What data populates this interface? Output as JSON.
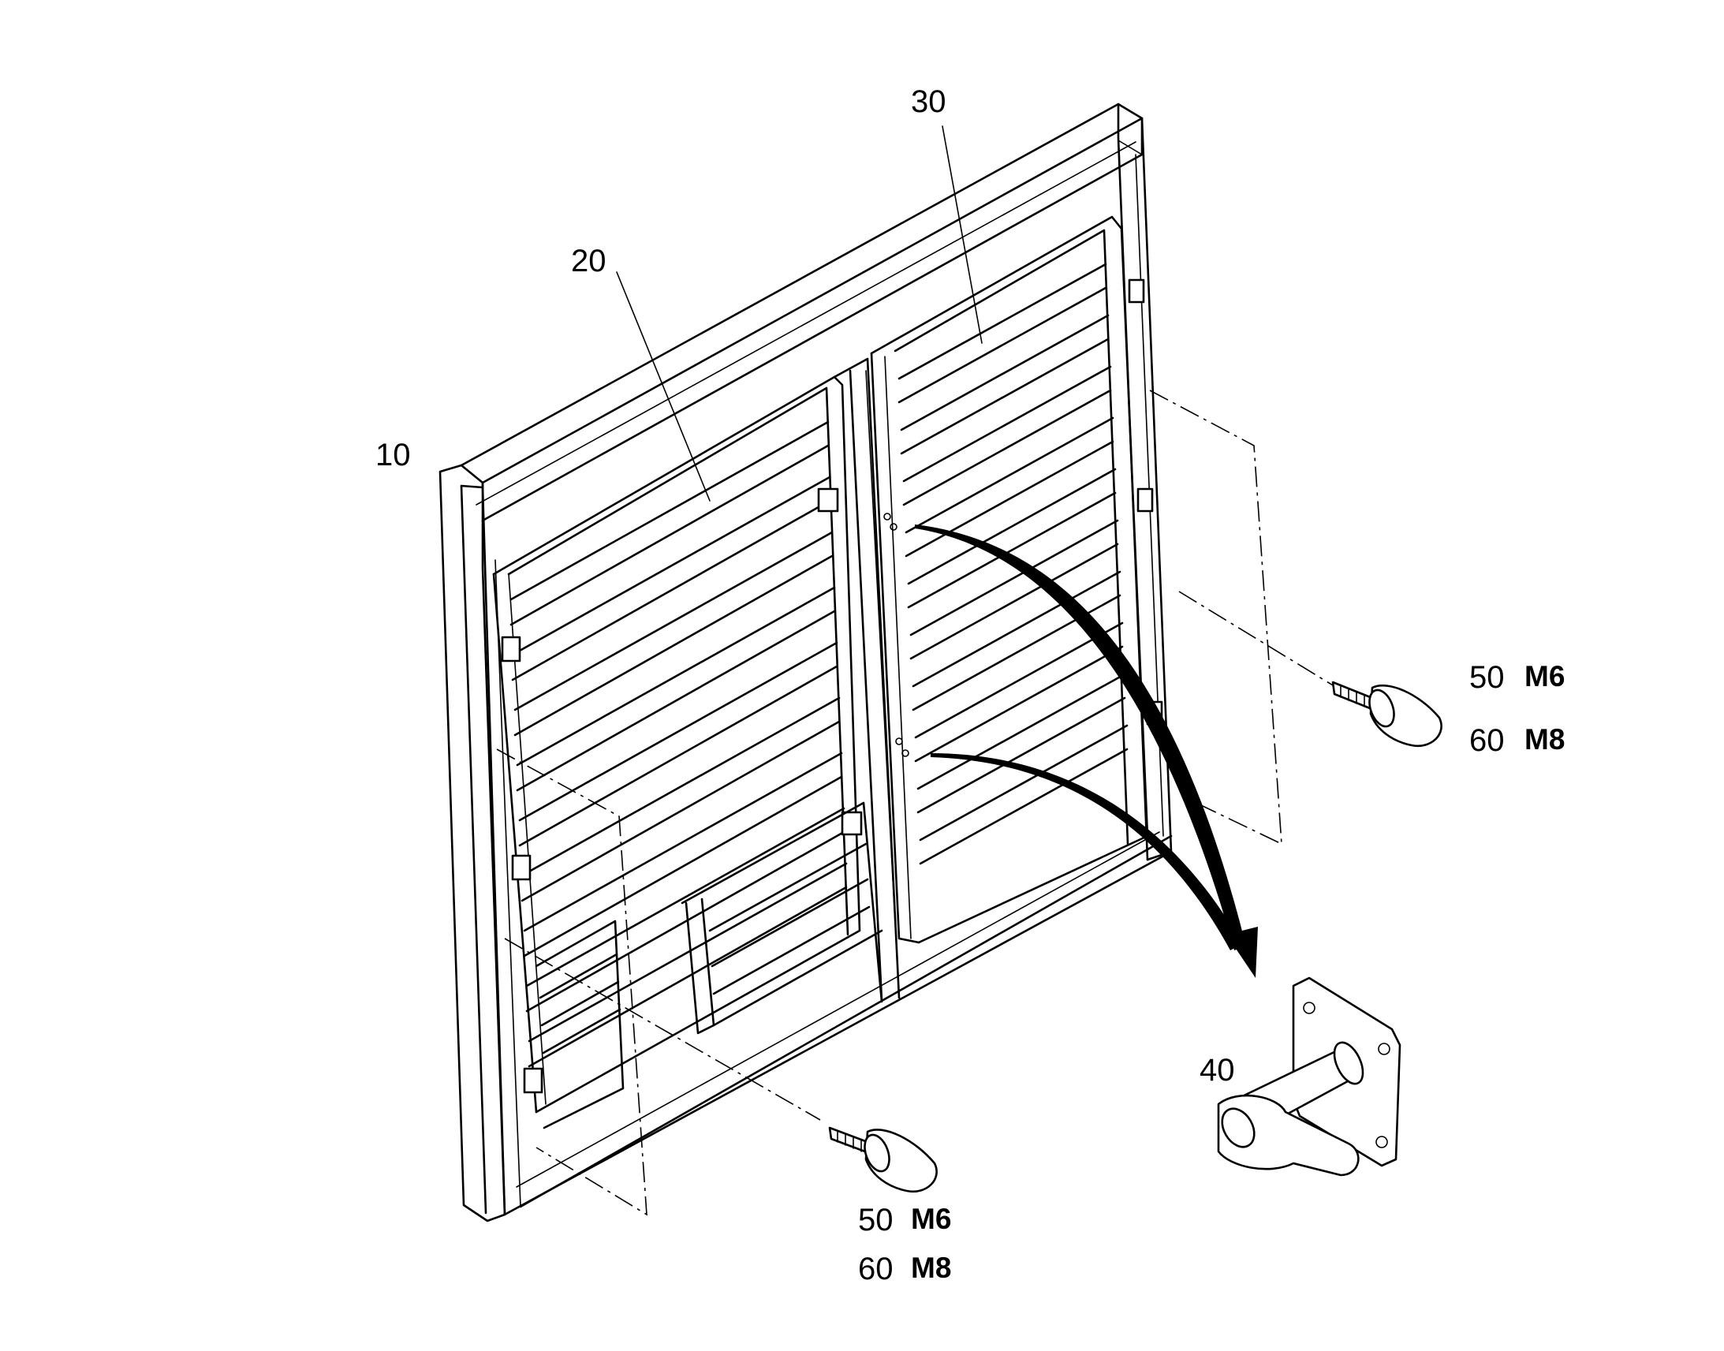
{
  "figure": {
    "callouts": {
      "frame": "10",
      "left_louver": "20",
      "right_louver": "30",
      "hold_open_stop": "40"
    },
    "fastener_right": {
      "ref_a": "50",
      "spec_a": "M6",
      "ref_b": "60",
      "spec_b": "M8"
    },
    "fastener_bottom": {
      "ref_a": "50",
      "spec_a": "M6",
      "ref_b": "60",
      "spec_b": "M8"
    }
  }
}
